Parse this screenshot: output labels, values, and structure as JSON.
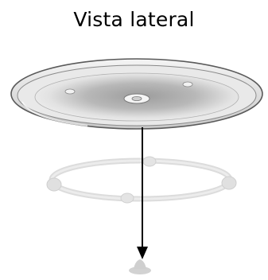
{
  "title": "Vista lateral",
  "parts": [
    "turntable-tray",
    "roller-ring",
    "coupler"
  ],
  "colors": {
    "tray_rim": "#d6d6d6",
    "tray_center": "#a9a9a9",
    "ring": "#dcdcdc",
    "coupler": "#c8c8c8",
    "arrow": "#000000"
  }
}
